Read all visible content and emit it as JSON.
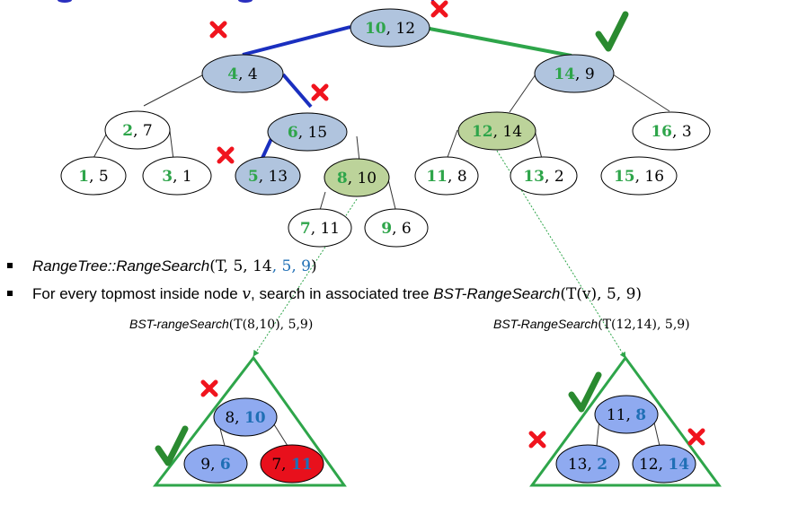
{
  "colors": {
    "highlight_node": "#b0c4de",
    "inside_node": "#bcd39a",
    "bst_node": "#8faaf0",
    "bst_node_rejected": "#e8101c",
    "search_path": "#1a2fbf",
    "accept_path": "#2ea54a",
    "key_green": "#2ea54a",
    "key_blue": "#1f6fb5",
    "cross": "#f0141e",
    "check": "#2a8a30"
  },
  "range_tree": {
    "nodes": [
      {
        "id": "n10",
        "x": "10",
        "y": "12",
        "style": "path"
      },
      {
        "id": "n4",
        "x": "4",
        "y": "4",
        "style": "path"
      },
      {
        "id": "n14",
        "x": "14",
        "y": "9",
        "style": "path"
      },
      {
        "id": "n2",
        "x": "2",
        "y": "7",
        "style": "plain"
      },
      {
        "id": "n6",
        "x": "6",
        "y": "15",
        "style": "path"
      },
      {
        "id": "n12",
        "x": "12",
        "y": "14",
        "style": "inside"
      },
      {
        "id": "n16",
        "x": "16",
        "y": "3",
        "style": "plain"
      },
      {
        "id": "n1",
        "x": "1",
        "y": "5",
        "style": "plain"
      },
      {
        "id": "n3",
        "x": "3",
        "y": "1",
        "style": "plain"
      },
      {
        "id": "n5",
        "x": "5",
        "y": "13",
        "style": "path"
      },
      {
        "id": "n8",
        "x": "8",
        "y": "10",
        "style": "inside"
      },
      {
        "id": "n11",
        "x": "11",
        "y": "8",
        "style": "plain"
      },
      {
        "id": "n13",
        "x": "13",
        "y": "2",
        "style": "plain"
      },
      {
        "id": "n15",
        "x": "15",
        "y": "16",
        "style": "plain"
      },
      {
        "id": "n7",
        "x": "7",
        "y": "11",
        "style": "plain"
      },
      {
        "id": "n9",
        "x": "9",
        "y": "6",
        "style": "plain"
      }
    ],
    "marks": {
      "n10": "cross",
      "n4": "cross",
      "n6": "cross",
      "n5": "cross",
      "n14": "check"
    }
  },
  "bullets": [
    {
      "fn": "RangeTree::RangeSearch",
      "args_plain": "(T, 5, 14",
      "args_blue": ", 5, 9",
      "close": ")"
    },
    {
      "prefix": "For every topmost inside node ",
      "var": "v",
      "middle": ",  search in associated tree ",
      "fn": "BST-RangeSearch",
      "args": "(T(v), 5, 9)"
    }
  ],
  "associated_trees": [
    {
      "caption_fn": "BST-rangeSearch",
      "caption_args": "(T(8,10), 5,9)",
      "root": {
        "x": "8",
        "y": "10",
        "rejected": false
      },
      "left": {
        "x": "9",
        "y": "6",
        "rejected": false
      },
      "right": {
        "x": "7",
        "y": "11",
        "rejected": true
      },
      "marks": [
        "cross-root",
        "check-left"
      ]
    },
    {
      "caption_fn": "BST-RangeSearch",
      "caption_args": "(T(12,14), 5,9)",
      "root": {
        "x": "11",
        "y": "8",
        "rejected": false
      },
      "left": {
        "x": "13",
        "y": "2",
        "rejected": false
      },
      "right": {
        "x": "12",
        "y": "14",
        "rejected": false
      },
      "marks": [
        "check-root",
        "cross-left",
        "cross-right"
      ]
    }
  ]
}
